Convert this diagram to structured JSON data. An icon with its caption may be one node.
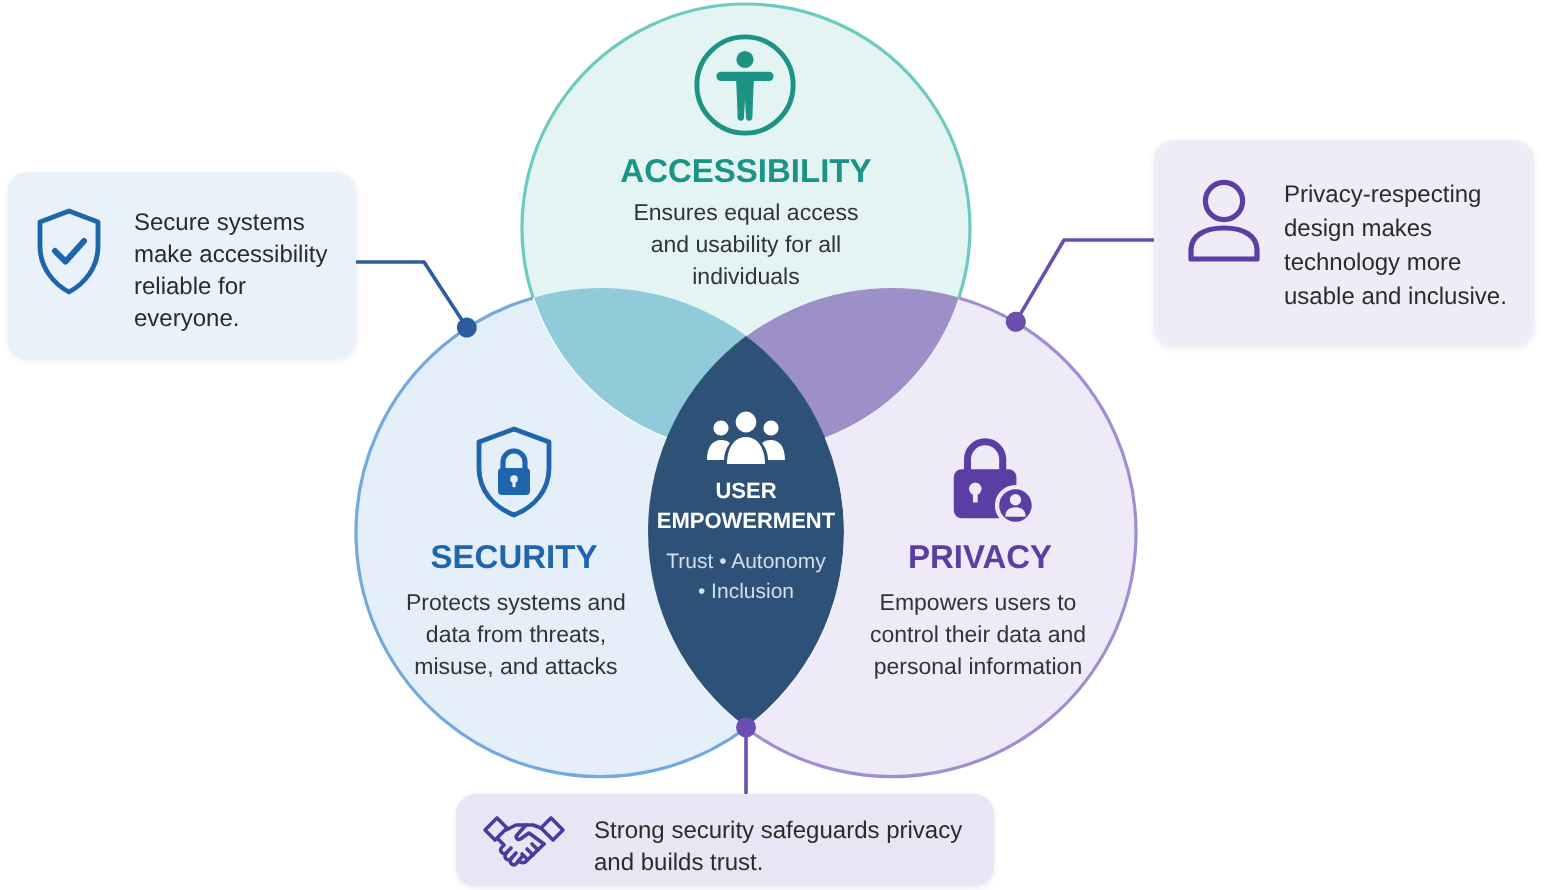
{
  "diagram": {
    "nodes": [
      {
        "text": [
          "ACCESSIBILITY",
          "Ensures equal access and usability for all individuals"
        ]
      },
      {
        "text": [
          "Secure systems make accessibility reliable for everyone."
        ]
      },
      {
        "text": [
          "Privacy-respecting design makes technology more usable and inclusive."
        ]
      },
      {
        "text": [],
        "shape": "lens"
      },
      {
        "text": [],
        "shape": "lens"
      },
      {
        "text": [
          "SECURITY",
          "Protects systems and data from threats, misuse, and attacks"
        ]
      },
      {
        "text": [
          "USER EMPOWERMENT",
          "Trust • Autonomy • Inclusion"
        ]
      },
      {
        "text": [
          "PRIVACY",
          "Empowers users to control their data and personal information"
        ]
      },
      {
        "text": [
          "Strong security safeguards privacy and builds trust."
        ]
      }
    ],
    "edges": [
      {
        "from": 1,
        "to": 5,
        "arrow": "other",
        "color": "#2c5e9e"
      },
      {
        "from": 2,
        "to": 7,
        "arrow": "other"
      },
      {
        "from": 8,
        "to": 6,
        "arrow": "other"
      }
    ]
  }
}
